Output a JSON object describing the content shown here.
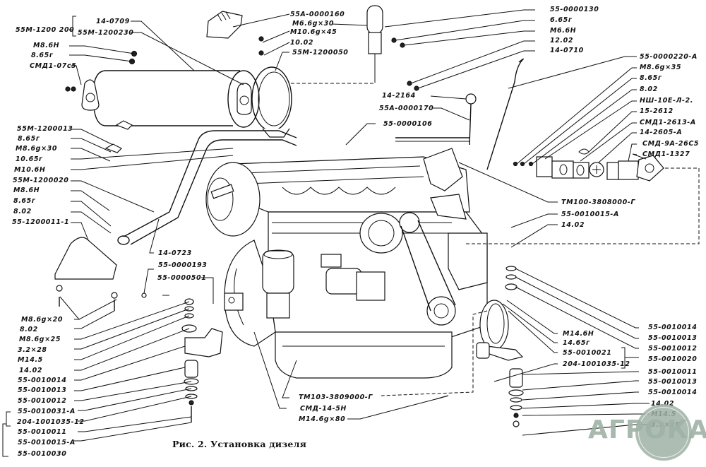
{
  "figure": {
    "caption": "Рис. 2. Установка дизеля",
    "watermark": "АГРОКА",
    "watermark_color": "#9fb2a6"
  },
  "labels": {
    "top_left": [
      {
        "id": "l_55m1200200",
        "text": "55М-1200 200"
      },
      {
        "id": "l_140709",
        "text": "14-0709"
      },
      {
        "id": "l_55m1200230",
        "text": "55М-1200230"
      },
      {
        "id": "l_m86n_a",
        "text": "М8.6Н"
      },
      {
        "id": "l_8_65g_a",
        "text": "8.65г"
      },
      {
        "id": "l_smd107s5",
        "text": "СМД1-07с5"
      }
    ],
    "top_center": [
      {
        "id": "l_55a0000160",
        "text": "55А-0000160"
      },
      {
        "id": "l_m66gx30",
        "text": "М6.6g×30"
      },
      {
        "id": "l_m106gx45",
        "text": "М10.6g×45"
      },
      {
        "id": "l_1002",
        "text": "10.02"
      },
      {
        "id": "l_55m1200050",
        "text": "55М-1200050"
      }
    ],
    "top_right": [
      {
        "id": "l_550000130",
        "text": "55-0000130"
      },
      {
        "id": "l_665g",
        "text": "6.65г"
      },
      {
        "id": "l_m66n",
        "text": "М6.6Н"
      },
      {
        "id": "l_1202",
        "text": "12.02"
      },
      {
        "id": "l_140710",
        "text": "14-0710"
      }
    ],
    "right_column": [
      {
        "id": "l_550000220a",
        "text": "55-0000220-А"
      },
      {
        "id": "l_m86gx35",
        "text": "М8.6g×35"
      },
      {
        "id": "l_8_65g_b",
        "text": "8.65г"
      },
      {
        "id": "l_802_b",
        "text": "8.02"
      },
      {
        "id": "l_nsh10el2",
        "text": "НШ-10Е-Л-2."
      },
      {
        "id": "l_152612",
        "text": "15-2612"
      },
      {
        "id": "l_smd12613a",
        "text": "СМД1-2613-А"
      },
      {
        "id": "l_142605a",
        "text": "14-2605-А"
      },
      {
        "id": "l_smd9a2605",
        "text": "СМД-9А-26С5"
      },
      {
        "id": "l_smd11327",
        "text": "СМД1-1327"
      }
    ],
    "center": [
      {
        "id": "l_142164",
        "text": "14-2164"
      },
      {
        "id": "l_55a0000170",
        "text": "55А-0000170"
      },
      {
        "id": "l_550000106",
        "text": "55-0000106"
      }
    ],
    "left_column": [
      {
        "id": "l_55m1200013",
        "text": "55М-1200013"
      },
      {
        "id": "l_8_65g_c",
        "text": "8.65г"
      },
      {
        "id": "l_m86gx30",
        "text": "М8.6g×30"
      },
      {
        "id": "l_1065g",
        "text": "10.65г"
      },
      {
        "id": "l_m106n",
        "text": "М10.6Н"
      },
      {
        "id": "l_55m1200020",
        "text": "55М-1200020"
      },
      {
        "id": "l_m86n_b",
        "text": "М8.6Н"
      },
      {
        "id": "l_8_65g_d",
        "text": "8.65г"
      },
      {
        "id": "l_802_c",
        "text": "8.02"
      },
      {
        "id": "l_551200011",
        "text": "55-1200011-1"
      }
    ],
    "mid_left": [
      {
        "id": "l_140723",
        "text": "14-0723"
      },
      {
        "id": "l_550000193",
        "text": "55-0000193"
      },
      {
        "id": "l_550000501",
        "text": "55-0000501"
      }
    ],
    "bottom_left": [
      {
        "id": "l_m86gx20",
        "text": "М8.6g×20"
      },
      {
        "id": "l_802_d",
        "text": "8.02"
      },
      {
        "id": "l_m86gx25",
        "text": "М8.6g×25"
      },
      {
        "id": "l_32x28_a",
        "text": "3.2×28"
      },
      {
        "id": "l_m145_a",
        "text": "М14.5"
      },
      {
        "id": "l_1402_a",
        "text": "14.02"
      },
      {
        "id": "l_550010014_a",
        "text": "55-0010014"
      },
      {
        "id": "l_550010013_a",
        "text": "55-0010013"
      },
      {
        "id": "l_550010012_a",
        "text": "55-0010012"
      },
      {
        "id": "l_550010031a",
        "text": "55-0010031-А"
      },
      {
        "id": "l_2041001035_a",
        "text": "204-1001035-12"
      },
      {
        "id": "l_550010011_a",
        "text": "55-0010011"
      },
      {
        "id": "l_550010015a_a",
        "text": "55-0010015-А"
      },
      {
        "id": "l_550010030",
        "text": "55-0010030"
      }
    ],
    "bottom_center": [
      {
        "id": "l_tm103",
        "text": "ТМ103-3809000-Г"
      },
      {
        "id": "l_smd145n",
        "text": "СМД-14-5Н"
      },
      {
        "id": "l_m146gx80",
        "text": "М14.6g×80"
      }
    ],
    "right_mid": [
      {
        "id": "l_tm100",
        "text": "ТМ100-3808000-Г"
      },
      {
        "id": "l_550010015a_b",
        "text": "55-0010015-А"
      },
      {
        "id": "l_1402_b",
        "text": "14.02"
      }
    ],
    "bottom_right": [
      {
        "id": "l_550010014_b",
        "text": "55-0010014"
      },
      {
        "id": "l_550010013_b",
        "text": "55-0010013"
      },
      {
        "id": "l_m146n",
        "text": "М14.6Н"
      },
      {
        "id": "l_550010012_b",
        "text": "55-0010012"
      },
      {
        "id": "l_1465g",
        "text": "14.65г"
      },
      {
        "id": "l_550010021",
        "text": "55-0010021"
      },
      {
        "id": "l_550010020",
        "text": "55-0010020"
      },
      {
        "id": "l_2041001035_b",
        "text": "204-1001035-12"
      },
      {
        "id": "l_550010011_b",
        "text": "55-0010011"
      },
      {
        "id": "l_550010013_c",
        "text": "55-0010013"
      },
      {
        "id": "l_550010014_c",
        "text": "55-0010014"
      },
      {
        "id": "l_1402_c",
        "text": "14.02"
      },
      {
        "id": "l_m145_b",
        "text": "М14.5"
      },
      {
        "id": "l_32x28_b",
        "text": "3.2×28"
      }
    ]
  }
}
